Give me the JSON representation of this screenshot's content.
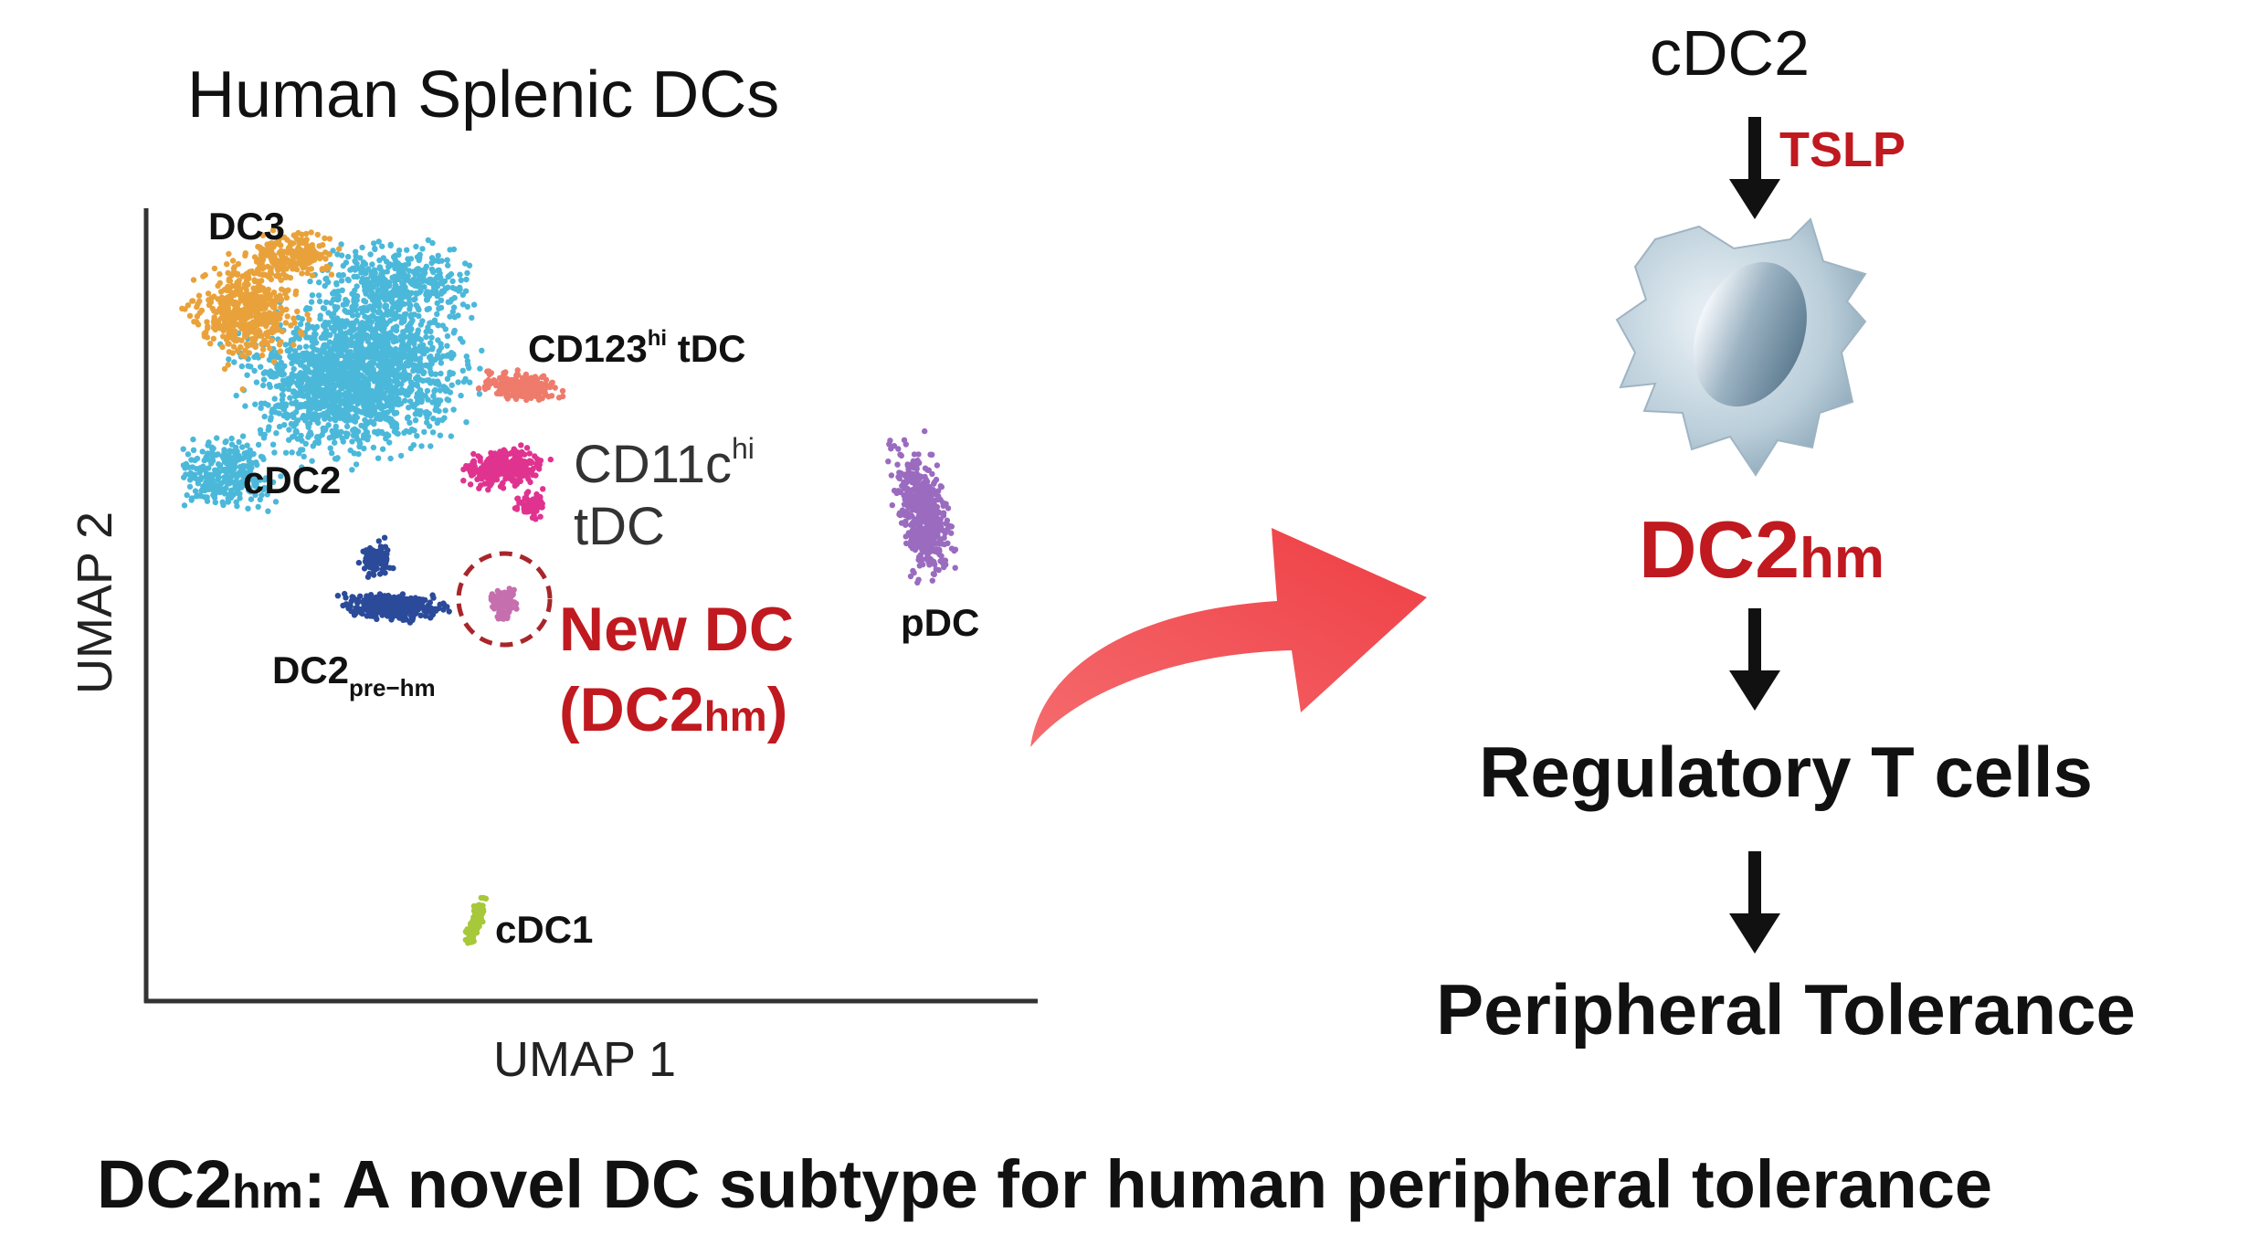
{
  "left_panel": {
    "title": "Human Splenic DCs",
    "x_axis_label": "UMAP 1",
    "y_axis_label": "UMAP 2",
    "clusters": [
      {
        "name": "DC3",
        "color": "#E9A23B"
      },
      {
        "name": "cDC2",
        "color": "#4BB8DA"
      },
      {
        "name": "CD123hi tDC",
        "color": "#EE7B6B"
      },
      {
        "name": "CD11chi tDC",
        "color": "#E0338F"
      },
      {
        "name": "DC2pre-hm",
        "color": "#2B4A9A"
      },
      {
        "name": "DC2hm",
        "color": "#C66FAE"
      },
      {
        "name": "pDC",
        "color": "#9A6BBF"
      },
      {
        "name": "cDC1",
        "color": "#A6C83A"
      }
    ],
    "labels": {
      "dc3": "DC3",
      "cdc2": "cDC2",
      "cd123_main": "CD123",
      "cd123_sup": "hi",
      "cd123_tail": " tDC",
      "cd11c_main": "CD11c",
      "cd11c_sup": "hi",
      "cd11c_line2": "tDC",
      "dc2pre_main": "DC2",
      "dc2pre_sub": "pre−hm",
      "pdc": "pDC",
      "cdc1": "cDC1",
      "new_dc_line1": "New DC",
      "new_dc_paren_open": "(",
      "new_dc_main": "DC2",
      "new_dc_sub": "hm",
      "new_dc_paren_close": ")"
    }
  },
  "right_panel": {
    "source_cell": "cDC2",
    "signal": "TSLP",
    "result_main": "DC2",
    "result_sub": "hm",
    "step_2": "Regulatory T cells",
    "step_3": "Peripheral Tolerance"
  },
  "caption": {
    "main": "DC2",
    "sub": "hm",
    "rest": ": A novel DC subtype for human peripheral tolerance"
  },
  "colors": {
    "accent_red": "#C0191F",
    "big_arrow": "#F0474B",
    "axis": "#333333",
    "text": "#111111"
  }
}
